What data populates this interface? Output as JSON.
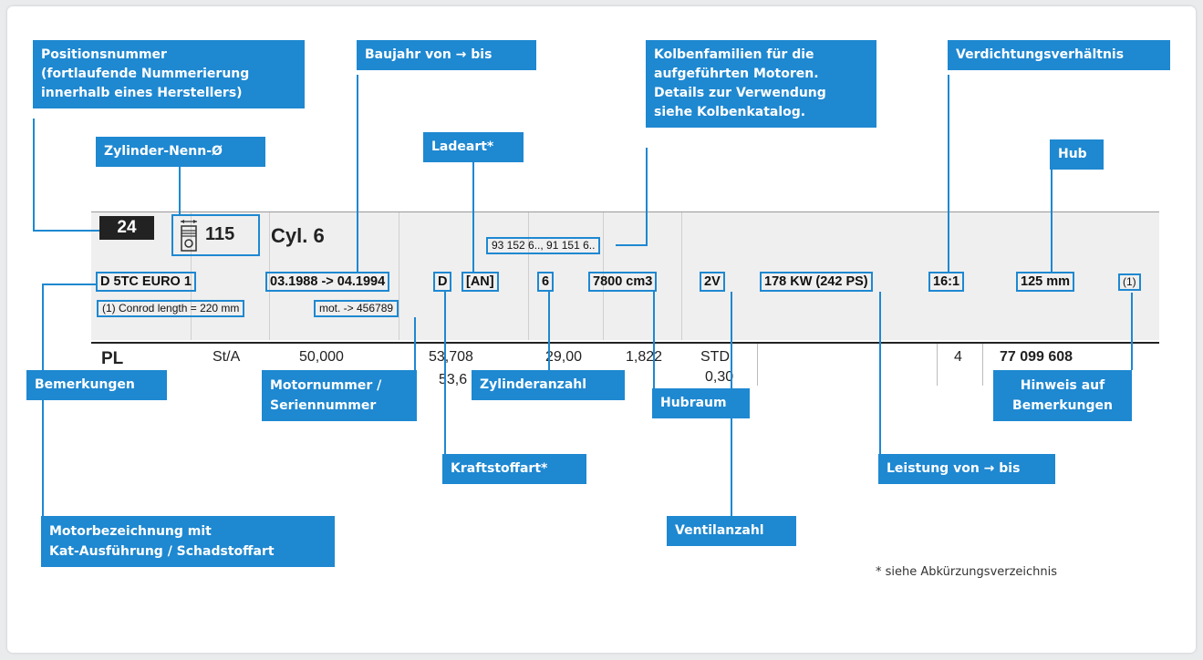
{
  "callouts": {
    "positionsnummer": "Positionsnummer\n(fortlaufende Nummerierung\ninnerhalb eines Herstellers)",
    "baujahr": "Baujahr von → bis",
    "kolbenfamilien": "Kolbenfamilien für die\naufgeführten Motoren.\nDetails zur Verwendung\nsiehe Kolbenkatalog.",
    "verdichtung": "Verdichtungsverhältnis",
    "zylinder_nenn": "Zylinder-Nenn-Ø",
    "ladeart": "Ladeart*",
    "hub": "Hub",
    "bemerkungen": "Bemerkungen",
    "motornummer": "Motornummer /\nSeriennummer",
    "zylinderanzahl": "Zylinderanzahl",
    "hubraum": "Hubraum",
    "hinweis": "Hinweis auf\nBemerkungen",
    "kraftstoffart": "Kraftstoffart*",
    "leistung": "Leistung von → bis",
    "ventilanzahl": "Ventilanzahl",
    "motorbezeichnung": "Motorbezeichnung mit\nKat-Ausführung / Schadstoffart"
  },
  "header_row": {
    "position": "24",
    "diameter": "115",
    "cylinders": "Cyl. 6",
    "piston_families": "93 152 6.., 91 151 6.."
  },
  "fields": {
    "engine_designation": "D 5TC EURO 1",
    "build_years": "03.1988 -> 04.1994",
    "fuel": "D",
    "charge_type": "[AN]",
    "cyl_count": "6",
    "displacement": "7800 cm3",
    "valves": "2V",
    "power": "178 KW (242 PS)",
    "compression": "16:1",
    "stroke": "125 mm",
    "remark_ref": "(1)",
    "remark_text": "(1) Conrod length = 220 mm",
    "engine_number": "mot. -> 456789"
  },
  "table_row": {
    "code": "PL",
    "material": "St/A",
    "c1": "50,000",
    "c2a": "53,708",
    "c2b": "53,6",
    "c3": "29,00",
    "c4": "1,822",
    "c5a": "STD",
    "c5b": "0,30",
    "qty": "4",
    "part_no": "77 099 608"
  },
  "footnote": "* siehe Abkürzungsverzeichnis",
  "colors": {
    "accent": "#1e88d1",
    "gray_band": "#efefef"
  },
  "icons": {
    "piston": "piston-icon"
  }
}
